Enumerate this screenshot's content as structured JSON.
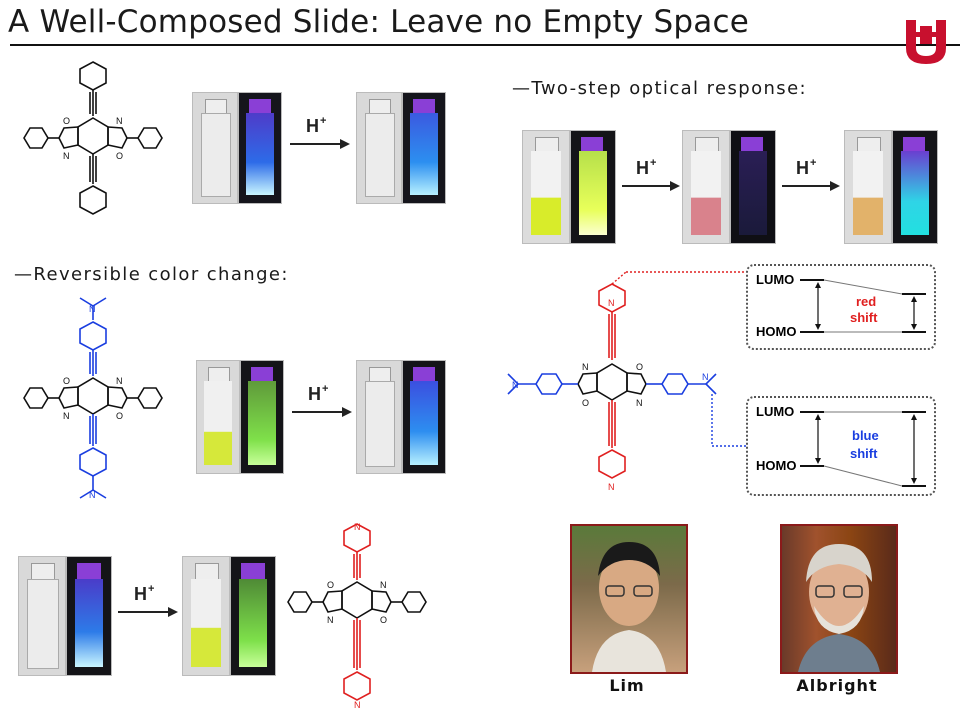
{
  "slide": {
    "title": "A Well-Composed Slide: Leave no Empty Space",
    "logo_text": "UH"
  },
  "headings": {
    "two_step": "—Two-step optical response:",
    "reversible": "—Reversible color change:"
  },
  "reaction": {
    "arrow_label": "H",
    "arrow_sup": "+"
  },
  "energy_diagrams": [
    {
      "lumo": "LUMO",
      "homo": "HOMO",
      "shift_line1": "red",
      "shift_line2": "shift",
      "color": "#e02020"
    },
    {
      "lumo": "LUMO",
      "homo": "HOMO",
      "shift_line1": "blue",
      "shift_line2": "shift",
      "color": "#1a3ee0"
    }
  ],
  "people": [
    {
      "name": "Lim"
    },
    {
      "name": "Albright"
    }
  ],
  "colors": {
    "accent_red": "#e02020",
    "accent_blue": "#1a3ee0",
    "frame": "#8b1a1a"
  }
}
